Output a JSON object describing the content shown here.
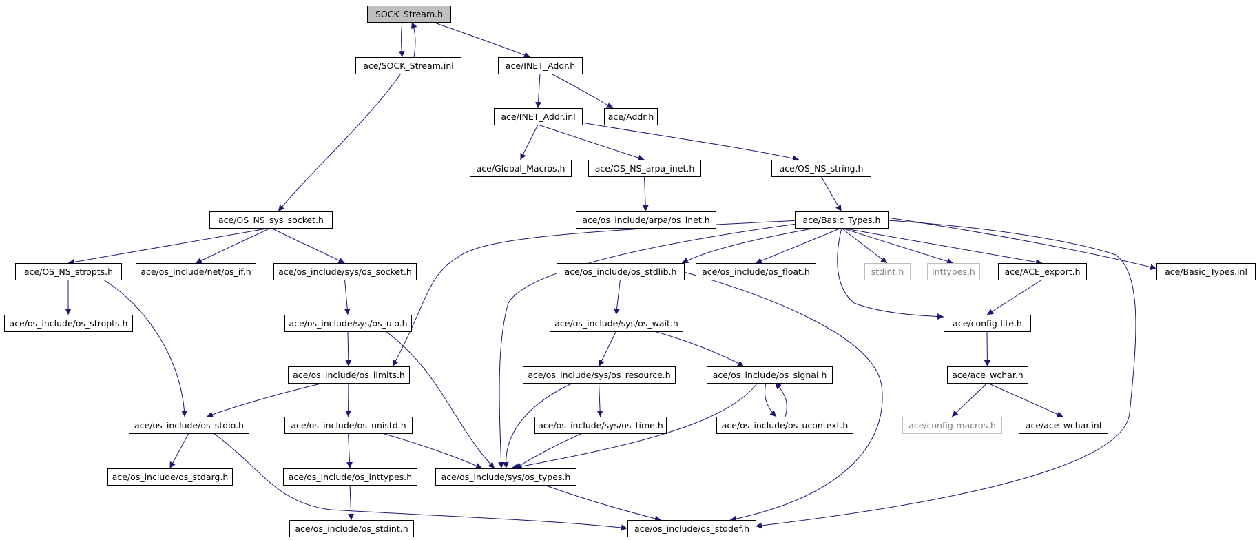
{
  "diagram": {
    "edge_color": "#191970",
    "root_fill": "#bfbfbf",
    "nodes": [
      {
        "id": "sock_stream_h",
        "label": "SOCK_Stream.h",
        "root": true
      },
      {
        "id": "sock_stream_inl",
        "label": "ace/SOCK_Stream.inl"
      },
      {
        "id": "inet_addr_h",
        "label": "ace/INET_Addr.h"
      },
      {
        "id": "inet_addr_inl",
        "label": "ace/INET_Addr.inl"
      },
      {
        "id": "addr_h",
        "label": "ace/Addr.h"
      },
      {
        "id": "global_macros_h",
        "label": "ace/Global_Macros.h"
      },
      {
        "id": "os_ns_arpa_inet_h",
        "label": "ace/OS_NS_arpa_inet.h"
      },
      {
        "id": "os_ns_string_h",
        "label": "ace/OS_NS_string.h"
      },
      {
        "id": "os_inet_h",
        "label": "ace/os_include/arpa/os_inet.h"
      },
      {
        "id": "os_ns_sys_socket_h",
        "label": "ace/OS_NS_sys_socket.h"
      },
      {
        "id": "basic_types_h",
        "label": "ace/Basic_Types.h"
      },
      {
        "id": "os_ns_stropts_h",
        "label": "ace/OS_NS_stropts.h"
      },
      {
        "id": "os_if_h",
        "label": "ace/os_include/net/os_if.h"
      },
      {
        "id": "os_socket_h",
        "label": "ace/os_include/sys/os_socket.h"
      },
      {
        "id": "os_stdlib_h",
        "label": "ace/os_include/os_stdlib.h"
      },
      {
        "id": "os_float_h",
        "label": "ace/os_include/os_float.h"
      },
      {
        "id": "stdint_h",
        "label": "stdint.h",
        "missing": true
      },
      {
        "id": "inttypes_h",
        "label": "inttypes.h",
        "missing": true
      },
      {
        "id": "ace_export_h",
        "label": "ace/ACE_export.h"
      },
      {
        "id": "basic_types_inl",
        "label": "ace/Basic_Types.inl"
      },
      {
        "id": "os_stropts_h",
        "label": "ace/os_include/os_stropts.h"
      },
      {
        "id": "os_uio_h",
        "label": "ace/os_include/sys/os_uio.h"
      },
      {
        "id": "os_wait_h",
        "label": "ace/os_include/sys/os_wait.h"
      },
      {
        "id": "config_lite_h",
        "label": "ace/config-lite.h"
      },
      {
        "id": "os_limits_h",
        "label": "ace/os_include/os_limits.h"
      },
      {
        "id": "os_resource_h",
        "label": "ace/os_include/sys/os_resource.h"
      },
      {
        "id": "os_signal_h",
        "label": "ace/os_include/os_signal.h"
      },
      {
        "id": "ace_wchar_h",
        "label": "ace/ace_wchar.h"
      },
      {
        "id": "os_stdio_h",
        "label": "ace/os_include/os_stdio.h"
      },
      {
        "id": "os_unistd_h",
        "label": "ace/os_include/os_unistd.h"
      },
      {
        "id": "os_time_h",
        "label": "ace/os_include/sys/os_time.h"
      },
      {
        "id": "os_ucontext_h",
        "label": "ace/os_include/os_ucontext.h"
      },
      {
        "id": "config_macros_h",
        "label": "ace/config-macros.h",
        "missing": true
      },
      {
        "id": "ace_wchar_inl",
        "label": "ace/ace_wchar.inl"
      },
      {
        "id": "os_stdarg_h",
        "label": "ace/os_include/os_stdarg.h"
      },
      {
        "id": "os_inttypes_h",
        "label": "ace/os_include/os_inttypes.h"
      },
      {
        "id": "os_types_h",
        "label": "ace/os_include/sys/os_types.h"
      },
      {
        "id": "os_stdint_h",
        "label": "ace/os_include/os_stdint.h"
      },
      {
        "id": "os_stddef_h",
        "label": "ace/os_include/os_stddef.h"
      }
    ],
    "edges": [
      {
        "from": "sock_stream_h",
        "to": "sock_stream_inl"
      },
      {
        "from": "sock_stream_inl",
        "to": "sock_stream_h"
      },
      {
        "from": "sock_stream_h",
        "to": "inet_addr_h"
      },
      {
        "from": "sock_stream_inl",
        "to": "os_ns_sys_socket_h"
      },
      {
        "from": "inet_addr_h",
        "to": "inet_addr_inl"
      },
      {
        "from": "inet_addr_h",
        "to": "addr_h"
      },
      {
        "from": "inet_addr_inl",
        "to": "global_macros_h"
      },
      {
        "from": "inet_addr_inl",
        "to": "os_ns_arpa_inet_h"
      },
      {
        "from": "inet_addr_inl",
        "to": "os_ns_string_h"
      },
      {
        "from": "os_ns_arpa_inet_h",
        "to": "os_inet_h"
      },
      {
        "from": "os_ns_string_h",
        "to": "basic_types_h"
      },
      {
        "from": "os_ns_sys_socket_h",
        "to": "os_ns_stropts_h"
      },
      {
        "from": "os_ns_sys_socket_h",
        "to": "os_if_h"
      },
      {
        "from": "os_ns_sys_socket_h",
        "to": "os_socket_h"
      },
      {
        "from": "os_ns_stropts_h",
        "to": "os_stropts_h"
      },
      {
        "from": "os_ns_stropts_h",
        "to": "os_stdio_h"
      },
      {
        "from": "os_socket_h",
        "to": "os_uio_h"
      },
      {
        "from": "os_uio_h",
        "to": "os_limits_h"
      },
      {
        "from": "os_uio_h",
        "to": "os_types_h"
      },
      {
        "from": "basic_types_h",
        "to": "os_limits_h"
      },
      {
        "from": "basic_types_h",
        "to": "os_types_h"
      },
      {
        "from": "basic_types_h",
        "to": "os_stdlib_h"
      },
      {
        "from": "basic_types_h",
        "to": "os_float_h"
      },
      {
        "from": "basic_types_h",
        "to": "stdint_h"
      },
      {
        "from": "basic_types_h",
        "to": "inttypes_h"
      },
      {
        "from": "basic_types_h",
        "to": "ace_export_h"
      },
      {
        "from": "basic_types_h",
        "to": "config_lite_h"
      },
      {
        "from": "basic_types_h",
        "to": "basic_types_inl"
      },
      {
        "from": "basic_types_h",
        "to": "os_stddef_h"
      },
      {
        "from": "os_stdlib_h",
        "to": "os_wait_h"
      },
      {
        "from": "os_stdlib_h",
        "to": "os_stddef_h"
      },
      {
        "from": "ace_export_h",
        "to": "config_lite_h"
      },
      {
        "from": "config_lite_h",
        "to": "ace_wchar_h"
      },
      {
        "from": "ace_wchar_h",
        "to": "config_macros_h"
      },
      {
        "from": "ace_wchar_h",
        "to": "ace_wchar_inl"
      },
      {
        "from": "os_wait_h",
        "to": "os_resource_h"
      },
      {
        "from": "os_wait_h",
        "to": "os_signal_h"
      },
      {
        "from": "os_resource_h",
        "to": "os_time_h"
      },
      {
        "from": "os_resource_h",
        "to": "os_types_h"
      },
      {
        "from": "os_signal_h",
        "to": "os_ucontext_h"
      },
      {
        "from": "os_ucontext_h",
        "to": "os_signal_h"
      },
      {
        "from": "os_signal_h",
        "to": "os_types_h"
      },
      {
        "from": "os_time_h",
        "to": "os_types_h"
      },
      {
        "from": "os_limits_h",
        "to": "os_stdio_h"
      },
      {
        "from": "os_limits_h",
        "to": "os_unistd_h"
      },
      {
        "from": "os_unistd_h",
        "to": "os_inttypes_h"
      },
      {
        "from": "os_unistd_h",
        "to": "os_types_h"
      },
      {
        "from": "os_inttypes_h",
        "to": "os_stdint_h"
      },
      {
        "from": "os_stdio_h",
        "to": "os_stdarg_h"
      },
      {
        "from": "os_stdio_h",
        "to": "os_stddef_h"
      },
      {
        "from": "os_types_h",
        "to": "os_stddef_h"
      }
    ]
  }
}
